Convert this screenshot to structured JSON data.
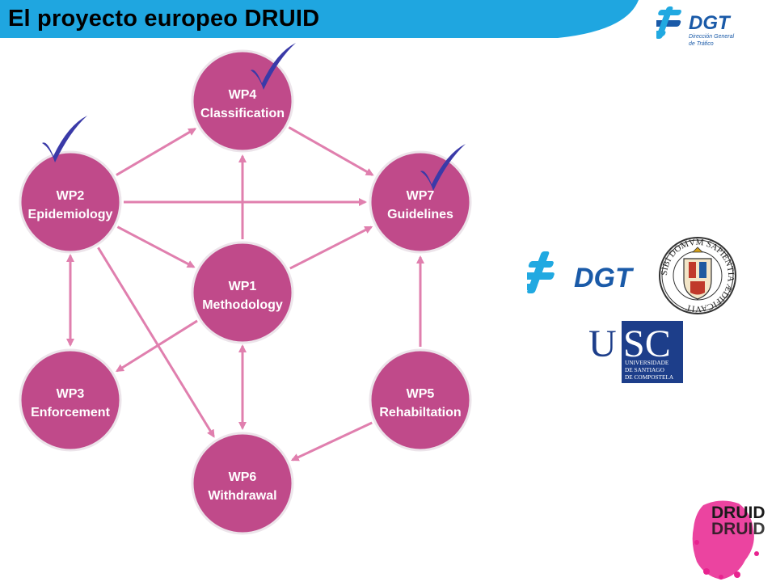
{
  "slide": {
    "title": "El proyecto europeo DRUID"
  },
  "colors": {
    "title_bar": "#1fa6e0",
    "node_fill": "#c04a8a",
    "node_border": "#ece4ea",
    "arrow": "#e07fae",
    "check": "#3a3aa8",
    "dgt_blue": "#1a5aa8",
    "dgt_cyan": "#21a9e1",
    "usc_blue": "#1d3e8a",
    "druid_pink": "#e8238f"
  },
  "diagram": {
    "nodes": [
      {
        "id": "wp4",
        "line1": "WP4",
        "line2": "Classification",
        "checked": true
      },
      {
        "id": "wp2",
        "line1": "WP2",
        "line2": "Epidemiology",
        "checked": true
      },
      {
        "id": "wp7",
        "line1": "WP7",
        "line2": "Guidelines",
        "checked": true
      },
      {
        "id": "wp1",
        "line1": "WP1",
        "line2": "Methodology",
        "checked": false
      },
      {
        "id": "wp3",
        "line1": "WP3",
        "line2": "Enforcement",
        "checked": false
      },
      {
        "id": "wp5",
        "line1": "WP5",
        "line2": "Rehabiltation",
        "checked": false
      },
      {
        "id": "wp6",
        "line1": "WP6",
        "line2": "Withdrawal",
        "checked": false
      }
    ],
    "edges": [
      {
        "from": "wp2",
        "to": "wp4",
        "direction": "forward"
      },
      {
        "from": "wp4",
        "to": "wp7",
        "direction": "forward"
      },
      {
        "from": "wp2",
        "to": "wp7",
        "direction": "forward"
      },
      {
        "from": "wp1",
        "to": "wp4",
        "direction": "forward"
      },
      {
        "from": "wp1",
        "to": "wp7",
        "direction": "forward"
      },
      {
        "from": "wp2",
        "to": "wp1",
        "direction": "forward"
      },
      {
        "from": "wp2",
        "to": "wp3",
        "direction": "both"
      },
      {
        "from": "wp1",
        "to": "wp3",
        "direction": "forward"
      },
      {
        "from": "wp2",
        "to": "wp6",
        "direction": "forward"
      },
      {
        "from": "wp1",
        "to": "wp6",
        "direction": "both"
      },
      {
        "from": "wp5",
        "to": "wp7",
        "direction": "forward"
      },
      {
        "from": "wp5",
        "to": "wp6",
        "direction": "forward"
      }
    ]
  },
  "logos": {
    "dgt_top": {
      "word": "DGT",
      "sub_line1": "Dirección General",
      "sub_line2": "de Tráfico"
    },
    "dgt_mid": {
      "word": "DGT"
    },
    "salamanca": {
      "seal_text": "SIBI DOMVM SAPIENTIA ÆDIFICAVIT"
    },
    "usc": {
      "letters": "USC",
      "line1": "UNIVERSIDADE",
      "line2": "DE SANTIAGO",
      "line3": "DE COMPOSTELA"
    },
    "druid": {
      "word1": "DRUID",
      "word2": "DRUID"
    }
  }
}
